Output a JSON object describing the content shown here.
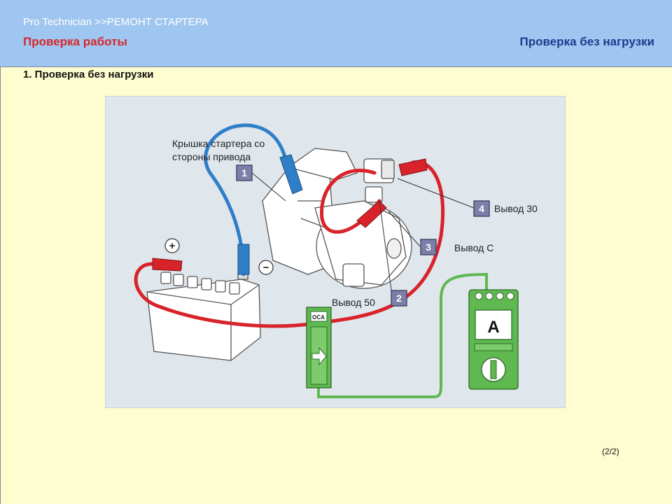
{
  "header": {
    "breadcrumb": "Pro  Technician >>РЕМОНТ СТАРТЕРА",
    "section_title": "Проверка работы",
    "page_title": "Проверка без нагрузки"
  },
  "step_title": "1. Проверка без нагрузки",
  "diagram": {
    "callouts": [
      {
        "number": "1",
        "label_line1": "Крышка стартера со",
        "label_line2": "стороны привода"
      },
      {
        "number": "2",
        "label": "Вывод 50"
      },
      {
        "number": "3",
        "label": "Вывод C"
      },
      {
        "number": "4",
        "label": "Вывод 30"
      }
    ],
    "battery_plus": "+",
    "battery_minus": "−",
    "clamp_meter_label": "OCA",
    "ammeter_label": "A"
  },
  "pager": "(2/2)",
  "colors": {
    "header_bg": "#9fc6f0",
    "page_bg": "#fefdcf",
    "diagram_bg": "#dfe6ec",
    "red_wire": "#d8232a",
    "blue_wire": "#2f7fc8",
    "green_device": "#5fb850"
  }
}
